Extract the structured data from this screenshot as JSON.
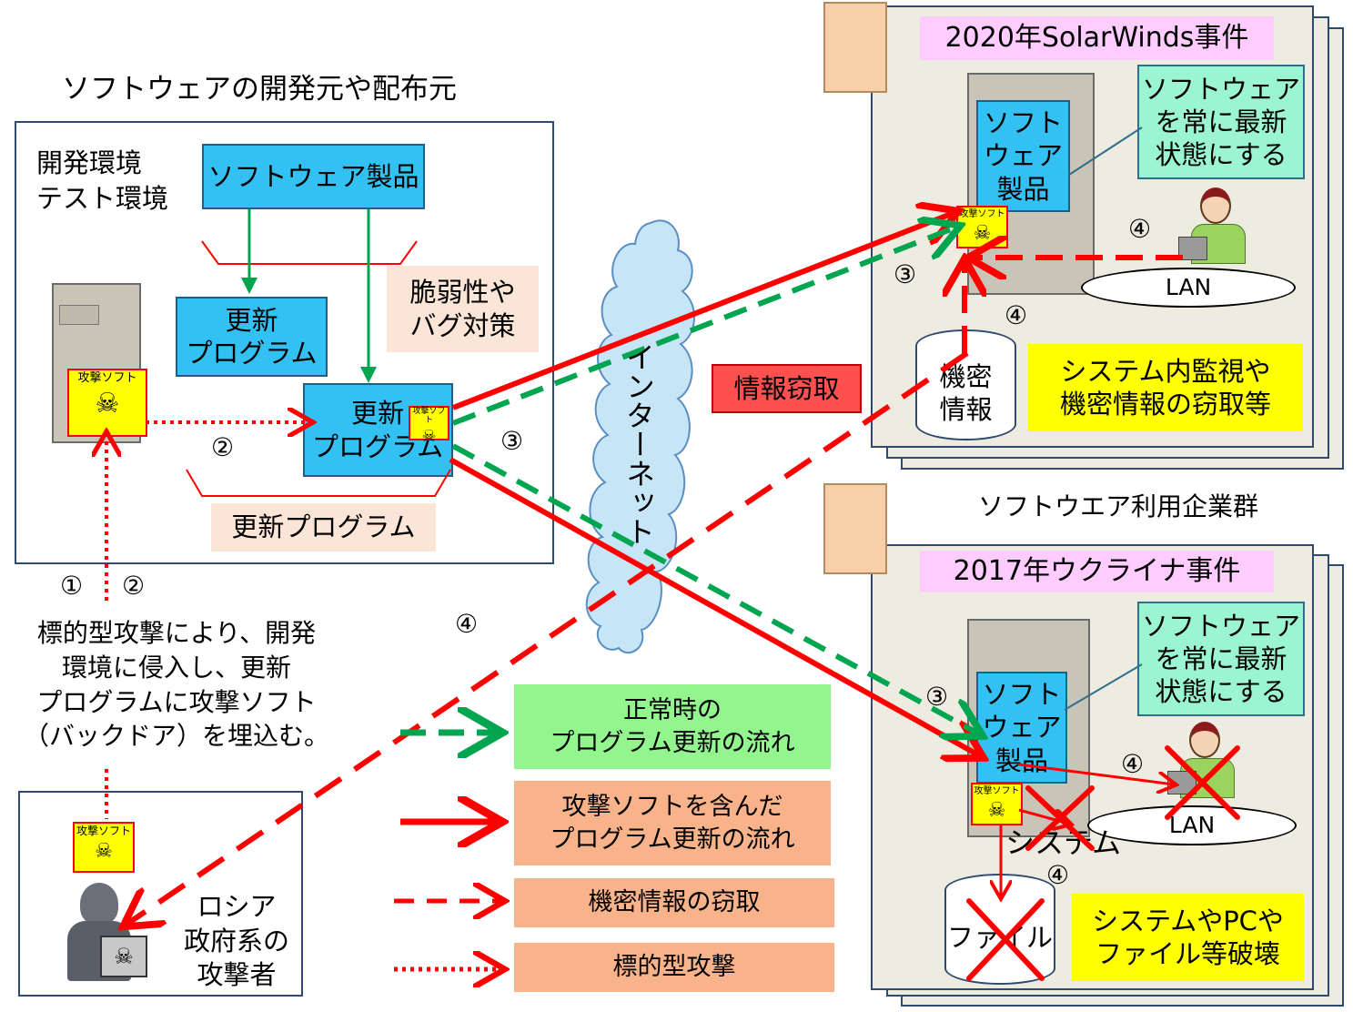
{
  "dev_title": "ソフトウェアの開発元や配布元",
  "dev_env_label": "開発環境\nテスト環境",
  "software_product": "ソフトウェア製品",
  "update_program_1": "更新\nプログラム",
  "vuln_note": "脆弱性や\nバグ対策",
  "update_program_2": "更新\nプログラム",
  "update_program_bracket": "更新プログラム",
  "attack_soft": "攻撃ソフト",
  "markers": {
    "m1": "①",
    "m2": "②",
    "m3": "③",
    "m4": "④"
  },
  "attack_description": "標的型攻撃により、開発\n環境に侵入し、更新\nプログラムに攻撃ソフト\n（バックドア）を埋込む。",
  "attacker_label": "ロシア\n政府系の\n攻撃者",
  "internet_label": "インターネット",
  "info_theft_label": "情報窃取",
  "legend": {
    "normal": "正常時の\nプログラム更新の流れ",
    "malicious": "攻撃ソフトを含んだ\nプログラム更新の流れ",
    "theft": "機密情報の窃取",
    "targeted": "標的型攻撃"
  },
  "case_solarwinds": {
    "title": "2020年SolarWinds事件",
    "software": "ソフト\nウェア\n製品",
    "bubble": "ソフトウェア\nを常に最新\n状態にする",
    "lan": "LAN",
    "db": "機密\n情報",
    "effect": "システム内監視や\n機密情報の窃取等"
  },
  "user_companies_label": "ソフトウエア利用企業群",
  "case_ukraine": {
    "title": "2017年ウクライナ事件",
    "software": "ソフト\nウェア\n製品",
    "bubble": "ソフトウェア\nを常に最新\n状態にする",
    "lan": "LAN",
    "system": "システム",
    "db": "ファイル",
    "effect": "システムやPCや\nファイル等破壊"
  },
  "colors": {
    "normal_flow": "#00a550",
    "malicious_flow": "#ff0000",
    "cyan": "#33c0f2",
    "yellow": "#ffff00",
    "peach": "#fbe5d6",
    "green_legend": "#92f58e"
  }
}
